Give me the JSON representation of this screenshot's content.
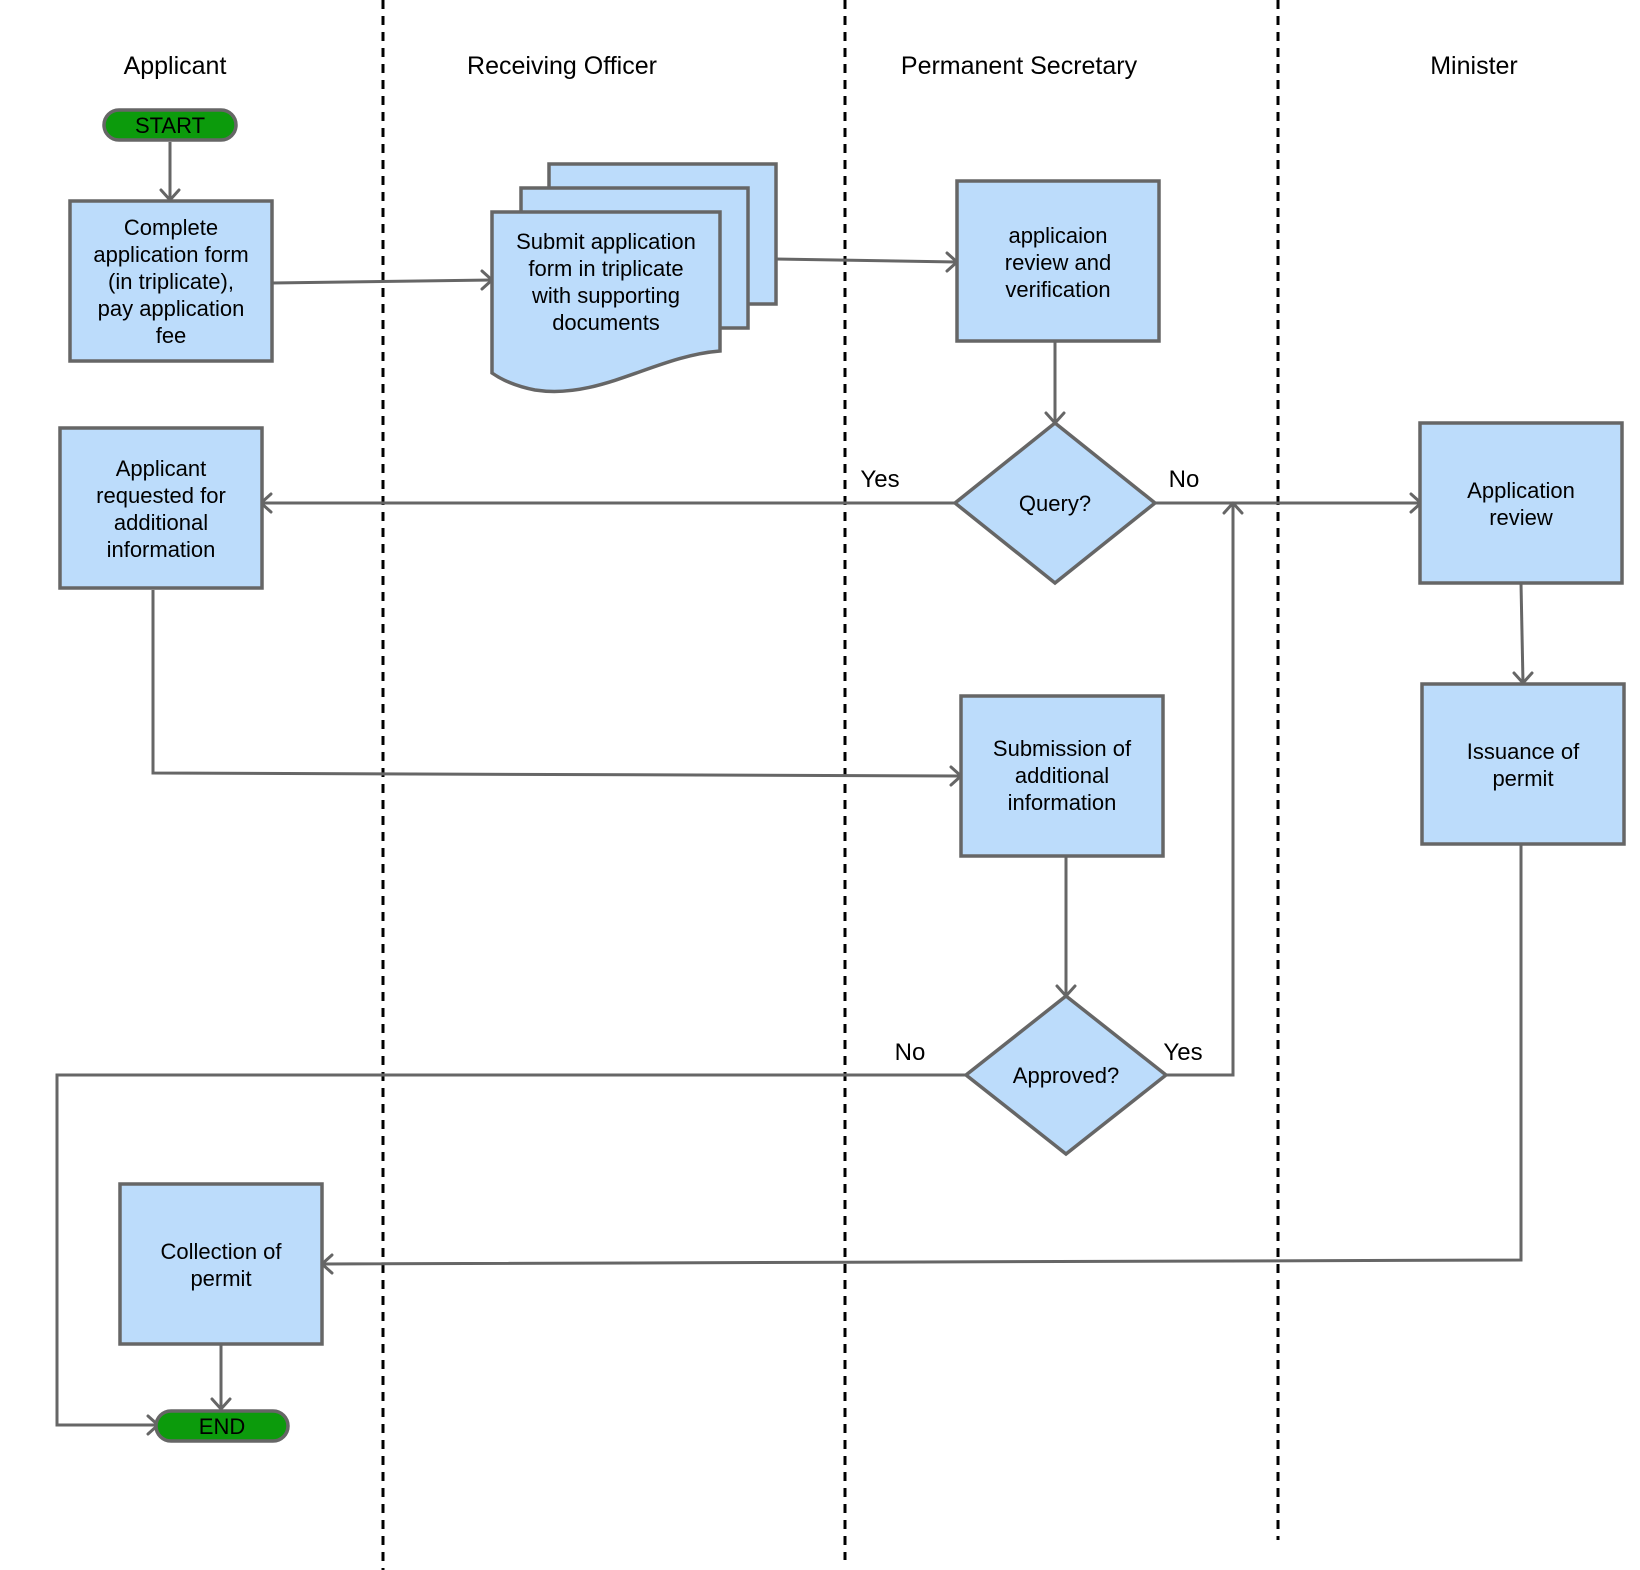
{
  "lanes": [
    "Applicant",
    "Receiving Officer",
    "Permanent Secretary",
    "Minister"
  ],
  "terminals": {
    "start": "START",
    "end": "END"
  },
  "nodes": {
    "complete_form": [
      "Complete",
      "application form",
      "(in triplicate),",
      "pay application",
      "fee"
    ],
    "submit_triplicate": [
      "Submit application",
      "form in triplicate",
      "with supporting",
      "documents"
    ],
    "review_verification": [
      "applicaion",
      "review and",
      "verification"
    ],
    "query": [
      "Query?"
    ],
    "additional_request": [
      "Applicant",
      "requested for",
      "additional",
      "information"
    ],
    "application_review": [
      "Application",
      "review"
    ],
    "submission_additional": [
      "Submission of",
      "additional",
      "information"
    ],
    "issuance": [
      "Issuance of",
      "permit"
    ],
    "approved": [
      "Approved?"
    ],
    "collection": [
      "Collection of",
      "permit"
    ]
  },
  "edge_labels": {
    "query_yes": "Yes",
    "query_no": "No",
    "approved_no": "No",
    "approved_yes": "Yes"
  },
  "colors": {
    "box_fill": "#bcdcfb",
    "box_stroke": "#666666",
    "terminal_fill": "#0c9b0c",
    "divider": "#000000"
  }
}
